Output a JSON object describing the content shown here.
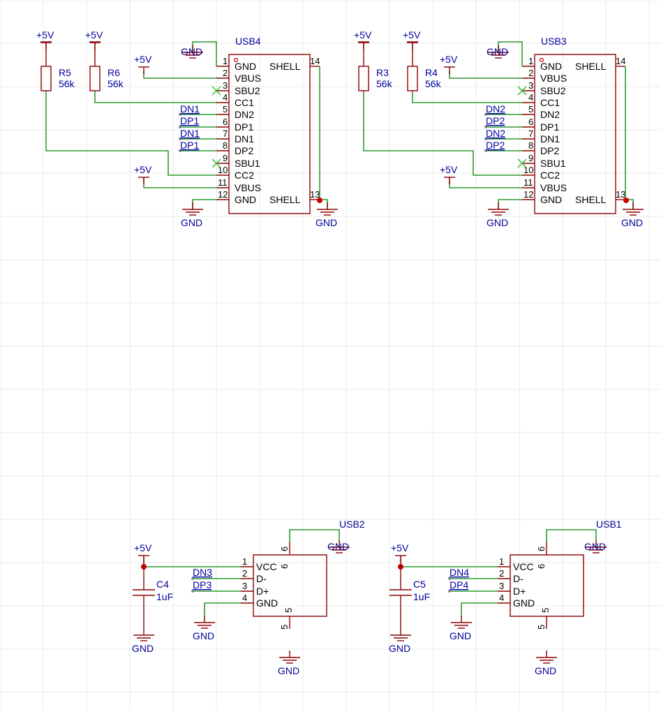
{
  "power": {
    "vplus": "+5V",
    "gnd": "GND"
  },
  "usb4": {
    "ref": "USB4",
    "pins_left": [
      {
        "num": "1",
        "name": "GND"
      },
      {
        "num": "2",
        "name": "VBUS"
      },
      {
        "num": "3",
        "name": "SBU2"
      },
      {
        "num": "4",
        "name": "CC1"
      },
      {
        "num": "5",
        "name": "DN2"
      },
      {
        "num": "6",
        "name": "DP1"
      },
      {
        "num": "7",
        "name": "DN1"
      },
      {
        "num": "8",
        "name": "DP2"
      },
      {
        "num": "9",
        "name": "SBU1"
      },
      {
        "num": "10",
        "name": "CC2"
      },
      {
        "num": "11",
        "name": "VBUS"
      },
      {
        "num": "12",
        "name": "GND"
      }
    ],
    "pins_right": [
      {
        "num": "14",
        "name": "SHELL"
      },
      {
        "num": "13",
        "name": "SHELL"
      }
    ],
    "nets": [
      "DN1",
      "DP1",
      "DN1",
      "DP1"
    ]
  },
  "usb3": {
    "ref": "USB3",
    "pins_left": [
      {
        "num": "1",
        "name": "GND"
      },
      {
        "num": "2",
        "name": "VBUS"
      },
      {
        "num": "3",
        "name": "SBU2"
      },
      {
        "num": "4",
        "name": "CC1"
      },
      {
        "num": "5",
        "name": "DN2"
      },
      {
        "num": "6",
        "name": "DP1"
      },
      {
        "num": "7",
        "name": "DN1"
      },
      {
        "num": "8",
        "name": "DP2"
      },
      {
        "num": "9",
        "name": "SBU1"
      },
      {
        "num": "10",
        "name": "CC2"
      },
      {
        "num": "11",
        "name": "VBUS"
      },
      {
        "num": "12",
        "name": "GND"
      }
    ],
    "pins_right": [
      {
        "num": "14",
        "name": "SHELL"
      },
      {
        "num": "13",
        "name": "SHELL"
      }
    ],
    "nets": [
      "DN2",
      "DP2",
      "DN2",
      "DP2"
    ]
  },
  "resistors": [
    {
      "ref": "R5",
      "value": "56k"
    },
    {
      "ref": "R6",
      "value": "56k"
    },
    {
      "ref": "R3",
      "value": "56k"
    },
    {
      "ref": "R4",
      "value": "56k"
    }
  ],
  "usb2": {
    "ref": "USB2",
    "pins": [
      {
        "num": "1",
        "name": "VCC"
      },
      {
        "num": "2",
        "name": "D-"
      },
      {
        "num": "3",
        "name": "D+"
      },
      {
        "num": "4",
        "name": "GND"
      }
    ],
    "top_pin": "6",
    "bottom_pin": "5",
    "nets": [
      "DN3",
      "DP3"
    ],
    "cap": {
      "ref": "C4",
      "value": "1uF"
    }
  },
  "usb1": {
    "ref": "USB1",
    "pins": [
      {
        "num": "1",
        "name": "VCC"
      },
      {
        "num": "2",
        "name": "D-"
      },
      {
        "num": "3",
        "name": "D+"
      },
      {
        "num": "4",
        "name": "GND"
      }
    ],
    "top_pin": "6",
    "bottom_pin": "5",
    "nets": [
      "DN4",
      "DP4"
    ],
    "cap": {
      "ref": "C5",
      "value": "1uF"
    }
  }
}
